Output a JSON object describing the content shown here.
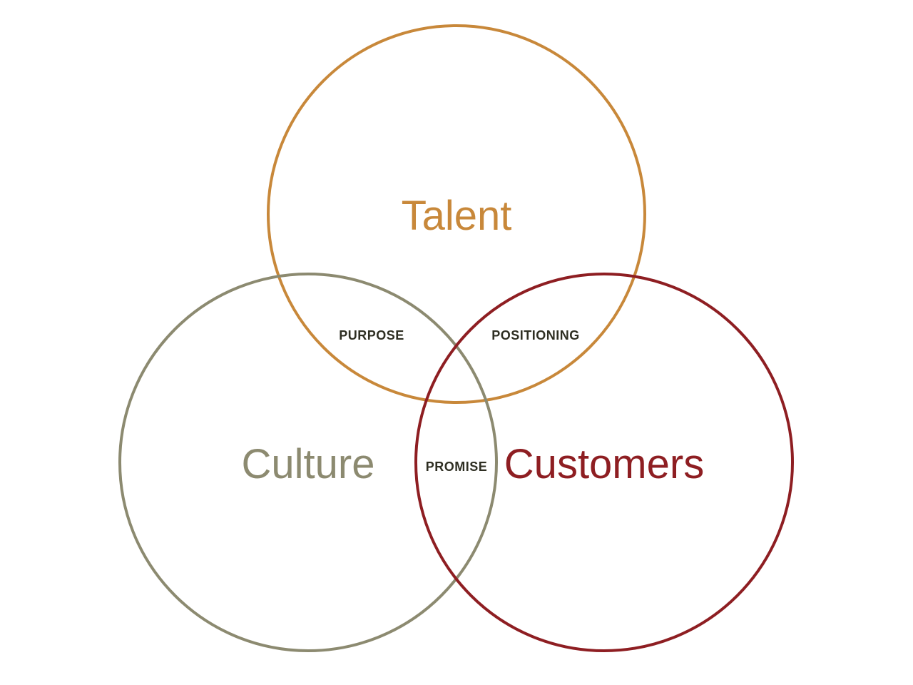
{
  "diagram": {
    "sets": [
      {
        "id": "talent",
        "label": "Talent",
        "color": "#C8883A"
      },
      {
        "id": "culture",
        "label": "Culture",
        "color": "#8C8A70"
      },
      {
        "id": "customers",
        "label": "Customers",
        "color": "#8E1E22"
      }
    ],
    "intersections": [
      {
        "id": "purpose",
        "label": "PURPOSE",
        "sets": [
          "talent",
          "culture"
        ]
      },
      {
        "id": "positioning",
        "label": "POSITIONING",
        "sets": [
          "talent",
          "customers"
        ]
      },
      {
        "id": "promise",
        "label": "PROMISE",
        "sets": [
          "culture",
          "customers"
        ]
      }
    ],
    "intersection_text_color": "#2E2E22"
  }
}
